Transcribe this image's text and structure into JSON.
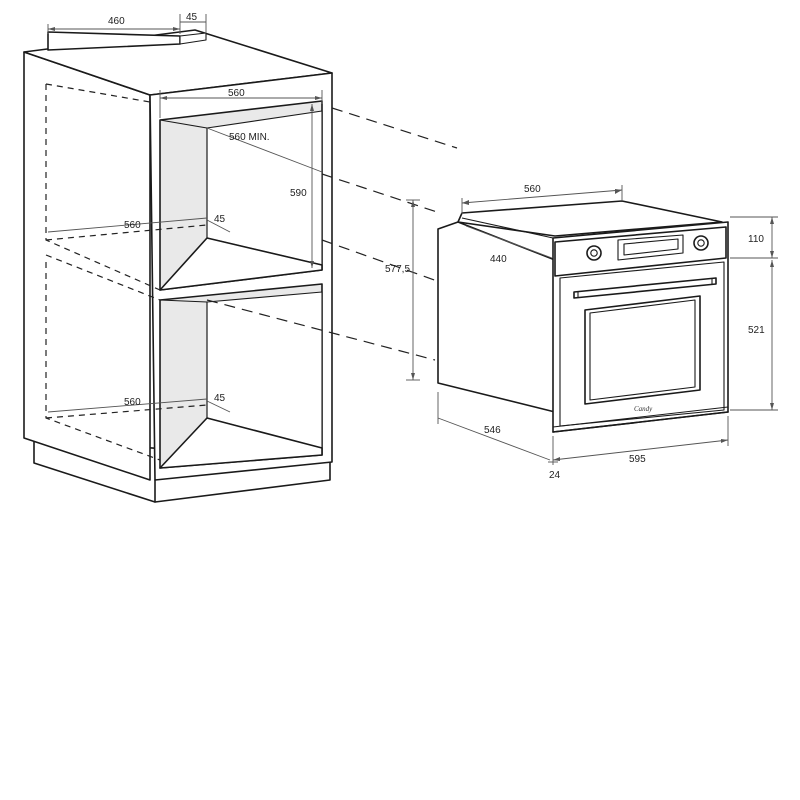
{
  "diagram": {
    "brand": "Candy",
    "dimensions": {
      "cabinet_top_depth": "460",
      "cabinet_top_gap": "45",
      "niche_width": "560",
      "niche_min_depth": "560 MIN.",
      "niche_height": "590",
      "shelf_depth_upper": "560",
      "shelf_gap_upper": "45",
      "shelf_depth_lower": "560",
      "shelf_gap_lower": "45",
      "oven_body_width": "560",
      "oven_body_depth": "440",
      "oven_body_height": "577,5",
      "oven_total_depth": "546",
      "panel_height": "110",
      "door_height": "521",
      "front_width": "595",
      "front_thickness": "24"
    }
  }
}
